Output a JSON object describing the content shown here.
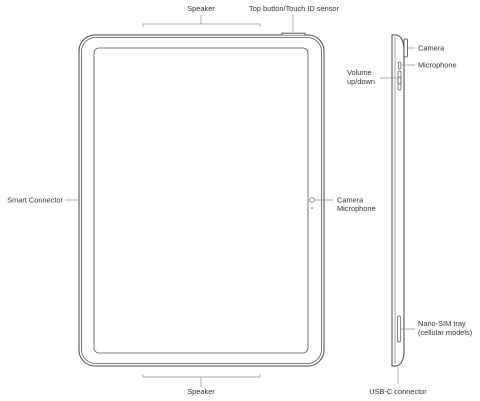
{
  "labels": {
    "speaker_top": "Speaker",
    "top_button": "Top button/Touch ID sensor",
    "smart_connector": "Smart Connector",
    "front_camera": "Camera",
    "front_microphone": "Microphone",
    "speaker_bottom": "Speaker",
    "side_camera": "Camera",
    "side_microphone": "Microphone",
    "volume_line1": "Volume",
    "volume_line2": "up/down",
    "nano_sim_line1": "Nano-SIM tray",
    "nano_sim_line2": "(cellular models)",
    "usb_c": "USB-C connector"
  }
}
